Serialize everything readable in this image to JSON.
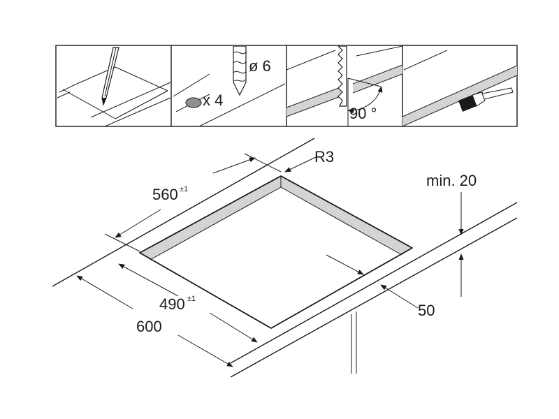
{
  "steps": [
    {
      "id": "mark",
      "icon": "pencil-icon"
    },
    {
      "id": "drill",
      "icon": "drill-bit-icon",
      "count_label": "x 4",
      "diameter_label": "ø 6"
    },
    {
      "id": "saw",
      "icon": "jigsaw-blade-icon",
      "angle_label": "90 °"
    },
    {
      "id": "seal",
      "icon": "brush-icon"
    }
  ],
  "cutout": {
    "radius_label": "R3",
    "depth_label": "560",
    "depth_tolerance": "±1",
    "width_label": "490",
    "width_tolerance": "±1",
    "worktop_label": "600",
    "edge_distance_label": "50",
    "thickness_label": "min. 20"
  },
  "colors": {
    "line": "#1a1a1a",
    "cut_face": "#d4d4d4",
    "hole": "#8f8f8f"
  }
}
